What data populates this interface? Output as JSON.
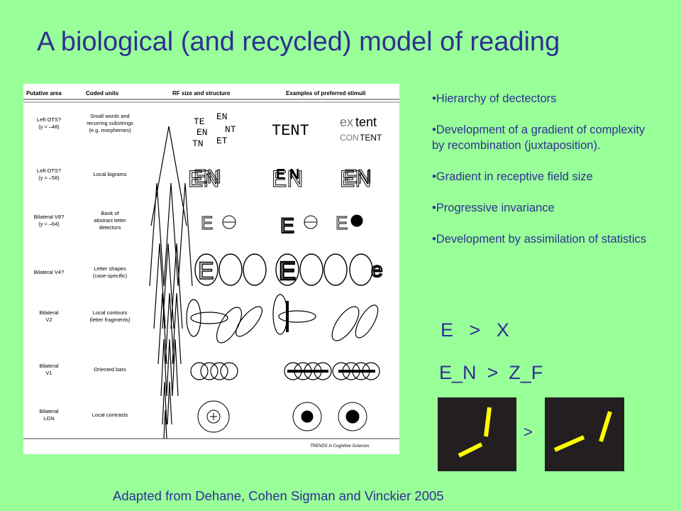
{
  "slide": {
    "title": "A biological (and recycled) model of reading",
    "credit": "Adapted from Dehane, Cohen Sigman and Vinckier 2005",
    "bullets": [
      "•Hierarchy of dectectors",
      "•Development of a gradient of complexity by recombination (juxtaposition).",
      "•Gradient in receptive field size",
      "•Progressive invariance",
      "•Development by assimilation of statistics"
    ],
    "rule1": "E   >   X",
    "rule2": "E_N  >  Z_F",
    "bars_gt": ">"
  },
  "figure": {
    "headers": [
      "Putative area",
      "Coded units",
      "RF size and structure",
      "Examples of preferred stimuli"
    ],
    "rows": [
      {
        "area": [
          "Left OTS?",
          "(y ≈ –48)"
        ],
        "units": [
          "Small words and",
          "recurring substrings",
          "(e.g. morphemes)"
        ]
      },
      {
        "area": [
          "Left OTS?",
          "(y ≈ –56)"
        ],
        "units": [
          "Local bigrams"
        ]
      },
      {
        "area": [
          "Bilateral V8?",
          "(y ≈ –64)"
        ],
        "units": [
          "Bank of",
          "abstract letter",
          "detectors"
        ]
      },
      {
        "area": [
          "Bilateral V4?"
        ],
        "units": [
          "Letter shapes",
          "(case-specific)"
        ]
      },
      {
        "area": [
          "Bilateral",
          "V2"
        ],
        "units": [
          "Local contours",
          "(letter fragments)"
        ]
      },
      {
        "area": [
          "Bilateral",
          "V1"
        ],
        "units": [
          "Oriented bars"
        ]
      },
      {
        "area": [
          "Bilateral",
          "LGN"
        ],
        "units": [
          "Local contrasts"
        ]
      }
    ],
    "rf_words": [
      "TE",
      "EN",
      "EN",
      "NT",
      "TN",
      "ET"
    ],
    "stim_words": [
      "TENT",
      "ex",
      "tent",
      "CON",
      "TENT"
    ],
    "footer": "TRENDS in Cognitive Sciences"
  }
}
